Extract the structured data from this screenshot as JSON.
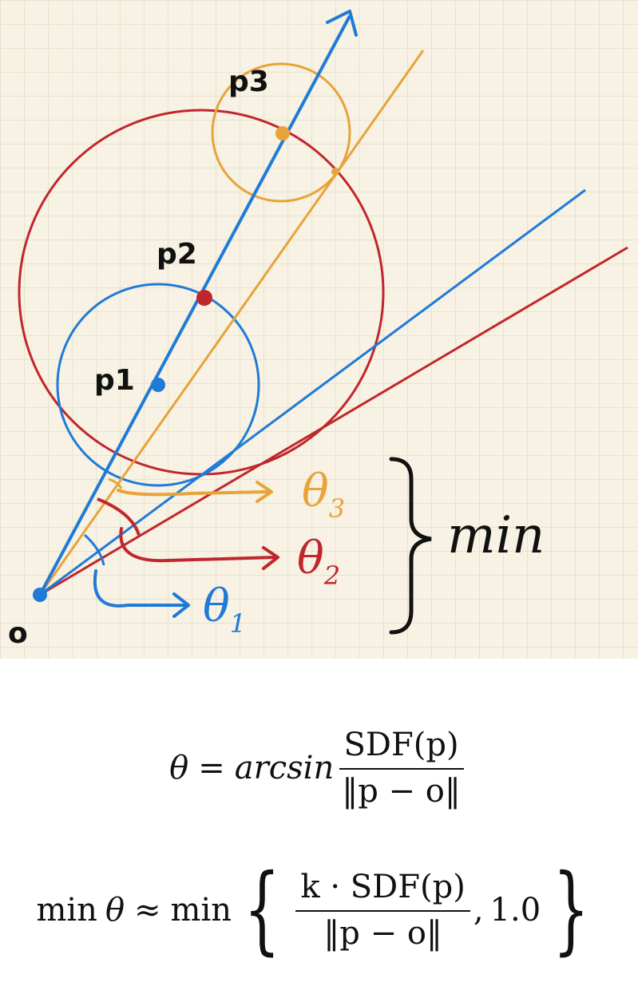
{
  "labels": {
    "p1": "p1",
    "p2": "p2",
    "p3": "p3",
    "origin": "o",
    "theta": "θ",
    "theta1_sub": "1",
    "theta2_sub": "2",
    "theta3_sub": "3",
    "min": "min"
  },
  "formula1": {
    "lhs": "θ",
    "eq": "=",
    "func": "arcsin",
    "numerator": "SDF(p)",
    "denominator": "‖p − o‖"
  },
  "formula2": {
    "lhs_min": "min",
    "lhs_theta": "θ",
    "approx": "≈",
    "rhs_min": "min",
    "open_brace": "{",
    "numerator": "k · SDF(p)",
    "denominator": "‖p − o‖",
    "separator": ",",
    "constant": "1.0",
    "close_brace": "}"
  },
  "colors": {
    "grid_bg": "#f7f2e3",
    "grid_line": "#e4ddc9",
    "blue": "#1f7ad8",
    "red": "#c0272d",
    "orange": "#e8a33a",
    "ink": "#111111"
  }
}
